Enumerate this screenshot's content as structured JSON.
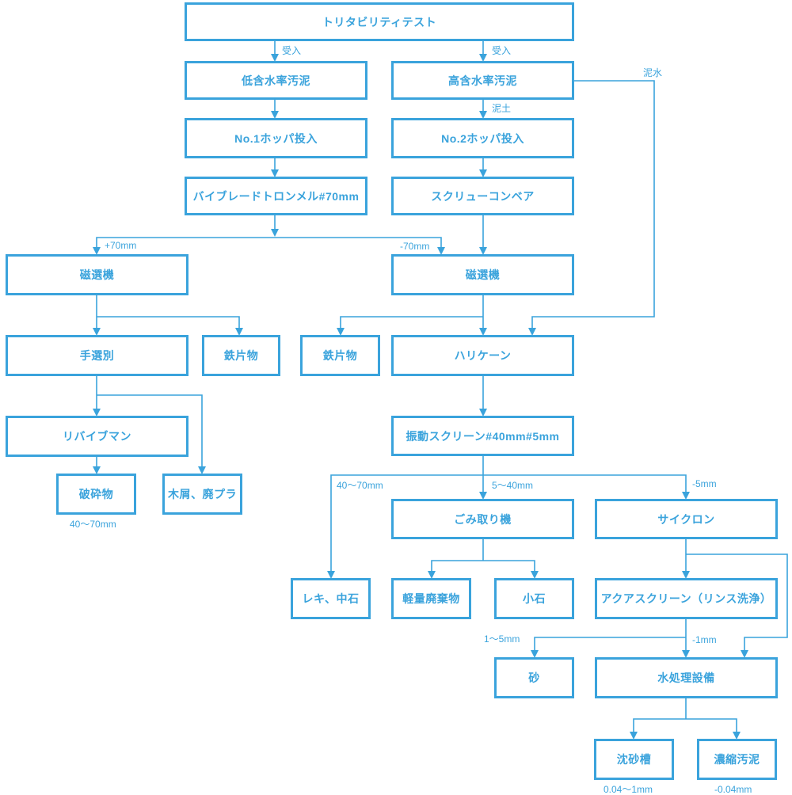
{
  "color": "#3aa3dc",
  "nodes": {
    "treatability_test": "トリタビリティテスト",
    "low_water_sludge": "低含水率汚泥",
    "high_water_sludge": "高含水率汚泥",
    "hopper1": "No.1ホッパ投入",
    "hopper2": "No.2ホッパ投入",
    "trommel": "バイブレードトロンメル#70mm",
    "screw_conveyor": "スクリューコンベア",
    "magnet_left": "磁選機",
    "magnet_right": "磁選機",
    "hand_sort": "手選別",
    "iron_left": "鉄片物",
    "iron_right": "鉄片物",
    "hurricane": "ハリケーン",
    "revive_man": "リバイブマン",
    "crushed": "破砕物",
    "wood_plastic": "木屑、廃プラ",
    "vib_screen": "振動スクリーン#40mm#5mm",
    "debris_remover": "ごみ取り機",
    "cyclone": "サイクロン",
    "gravel_stone": "レキ、中石",
    "light_waste": "軽量廃棄物",
    "small_stone": "小石",
    "aqua_screen": "アクアスクリーン（リンス洗浄）",
    "sand": "砂",
    "water_treatment": "水処理設備",
    "settling_tank": "沈砂槽",
    "thickened_sludge": "濃縮汚泥"
  },
  "labels": {
    "receive_left": "受入",
    "receive_right": "受入",
    "muddy_water": "泥水",
    "mud_soil": "泥土",
    "plus70": "+70mm",
    "minus70": "-70mm",
    "size_40_70_a": "40〜70mm",
    "size_40_70_b": "40〜70mm",
    "size_5_40": "5〜40mm",
    "minus5": "-5mm",
    "size_1_5": "1〜5mm",
    "minus1": "-1mm",
    "size_004_1": "0.04〜1mm",
    "minus004": "-0.04mm"
  }
}
